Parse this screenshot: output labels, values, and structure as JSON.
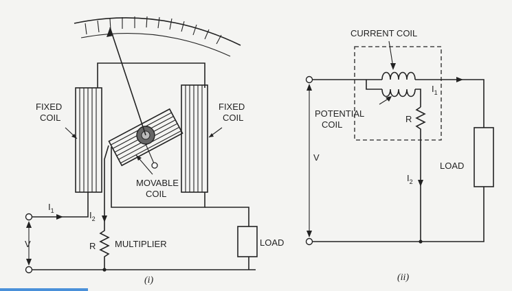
{
  "diagram_i": {
    "fixed_coil_left": [
      "FIXED",
      "COIL"
    ],
    "fixed_coil_right": [
      "FIXED",
      "COIL"
    ],
    "movable_coil": [
      "MOVABLE",
      "COIL"
    ],
    "current_1": "I",
    "current_1_sub": "1",
    "current_2": "I",
    "current_2_sub": "2",
    "voltage": "V",
    "resistor": "R",
    "multiplier": "MULTIPLIER",
    "load": "LOAD",
    "caption": "(i)"
  },
  "diagram_ii": {
    "current_coil": "CURRENT COIL",
    "potential_coil": [
      "POTENTIAL",
      "COIL"
    ],
    "resistor": "R",
    "current_1": "I",
    "current_1_sub": "1",
    "current_2": "I",
    "current_2_sub": "2",
    "voltage": "V",
    "load": "LOAD",
    "caption": "(ii)"
  },
  "colors": {
    "ink": "#222222",
    "paper": "#f4f4f2",
    "accent_strip": "#4a90d9"
  }
}
